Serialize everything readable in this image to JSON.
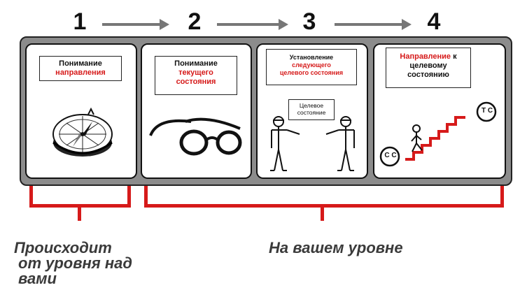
{
  "steps": [
    {
      "number": "1"
    },
    {
      "number": "2"
    },
    {
      "number": "3"
    },
    {
      "number": "4"
    }
  ],
  "cards": {
    "card1": {
      "line1": "Понимание",
      "line2_red": "направления"
    },
    "card2": {
      "line1": "Понимание",
      "line2_red": "текущего",
      "line3_red": "состояния"
    },
    "card3": {
      "line1": "Установление",
      "line2_red": "следующего",
      "line3_red": "целевого состояния",
      "sign_line1": "Целевое",
      "sign_line2": "состояние"
    },
    "card4": {
      "line1_red": "Направление",
      "line1_black": " к",
      "line2": "целевому",
      "line3": "состоянию",
      "current_state_badge": "C C",
      "target_state_badge": "T C"
    }
  },
  "scopes": {
    "left_text": [
      "Происходит",
      "от уровня над",
      "вами"
    ],
    "right_text": "На вашем уровне"
  },
  "colors": {
    "accent_red": "#d61a1a",
    "band_gray": "#8c8c8c",
    "arrow_gray": "#777777",
    "scope_text_gray": "#3a3a3a"
  },
  "icons": [
    "compass-icon",
    "glasses-icon",
    "people-with-sign-icon",
    "stairs-icon"
  ]
}
